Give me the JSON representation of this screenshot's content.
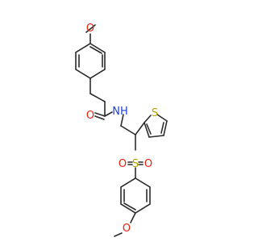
{
  "molecule": {
    "atom_labels": {
      "o_methoxy_top": "O",
      "o_carbonyl": "O",
      "n_amide": "NH",
      "s_thiophene": "S",
      "s_sulfonyl": "S",
      "o_sulfonyl_left": "O",
      "o_sulfonyl_right": "O",
      "o_methoxy_bottom": "O"
    },
    "colors": {
      "bond": "#2b2b2b",
      "oxygen": "#e8210c",
      "nitrogen": "#1f3fd1",
      "sulfur": "#b9a300"
    }
  }
}
